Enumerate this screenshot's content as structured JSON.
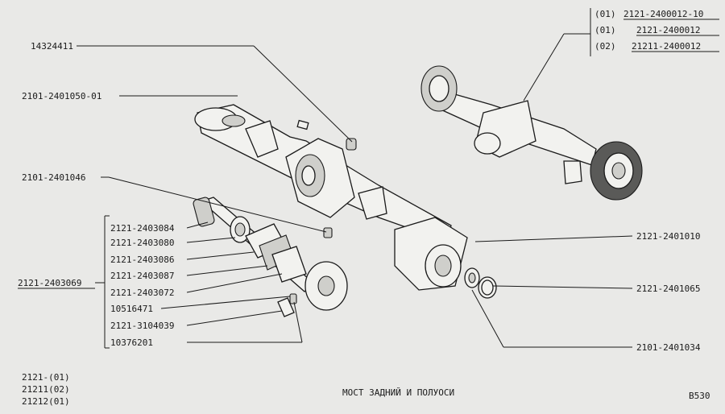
{
  "variants": [
    {
      "code": "(01)",
      "number": "2121-2400012-10"
    },
    {
      "code": "(01)",
      "number": "2121-2400012"
    },
    {
      "code": "(02)",
      "number": "21211-2400012"
    }
  ],
  "labels": {
    "l1": "14324411",
    "l2": "2101-2401050-01",
    "l3": "2101-2401046",
    "l4": "2121-2403069",
    "r1": "2121-2401010",
    "r2": "2121-2401065",
    "r3": "2101-2401034"
  },
  "group_labels": [
    "2121-2403084",
    "2121-2403080",
    "2121-2403086",
    "2121-2403087",
    "2121-2403072",
    "10516471",
    "2121-3104039",
    "10376201"
  ],
  "models": [
    "2121-(01)",
    "21211(02)",
    "21212(01)"
  ],
  "title": "МОСТ ЗАДНИЙ И ПОЛУОСИ",
  "page_code": "В530"
}
